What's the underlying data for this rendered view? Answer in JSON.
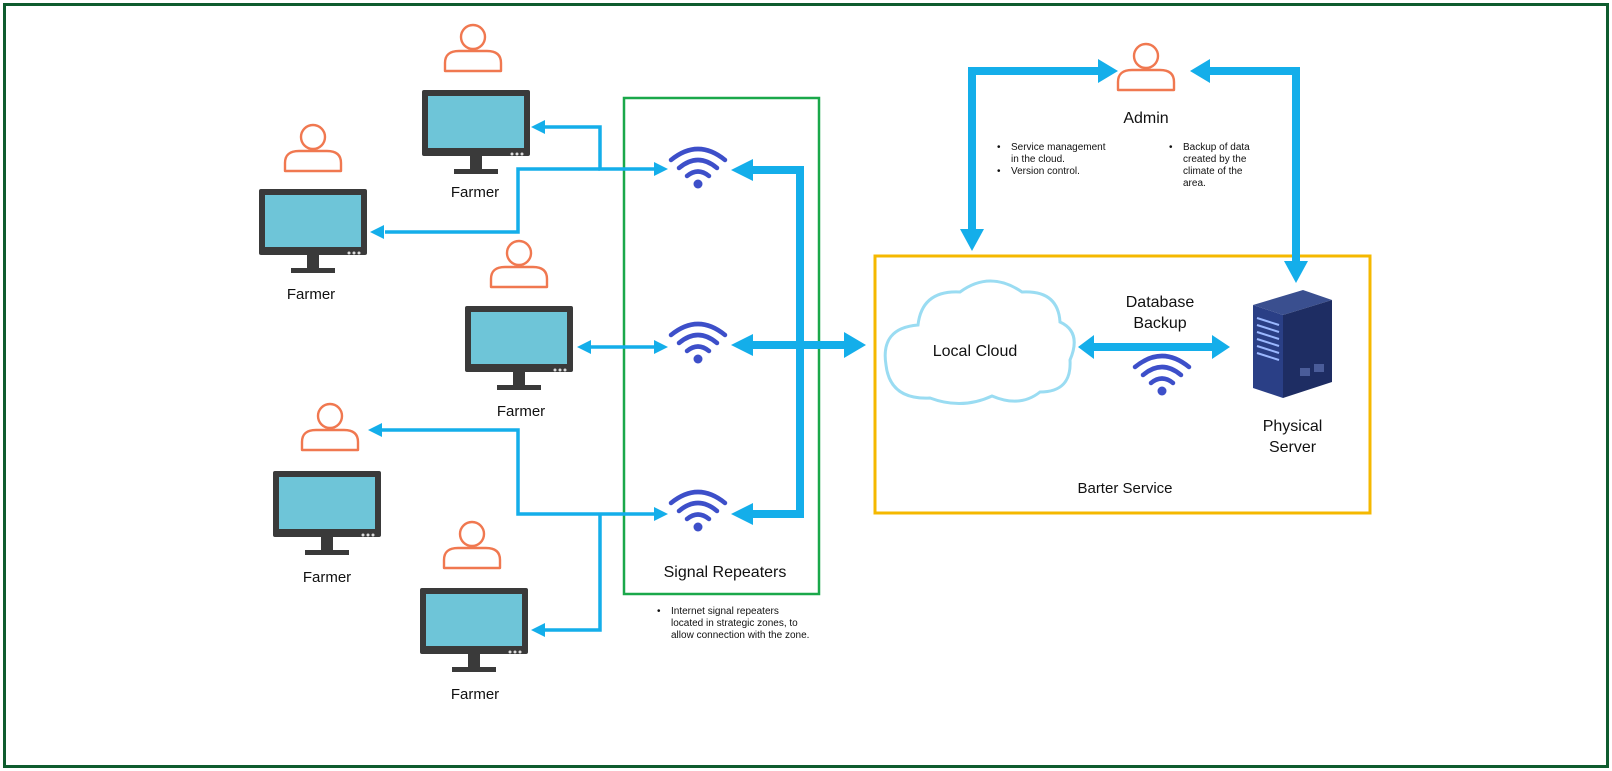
{
  "farmers": [
    "Farmer",
    "Farmer",
    "Farmer",
    "Farmer",
    "Farmer"
  ],
  "signal_repeaters": {
    "title": "Signal Repeaters",
    "note": "Internet signal repeaters located in strategic zones, to allow connection with the zone."
  },
  "admin": {
    "label": "Admin",
    "note_left": [
      "Service management in the cloud.",
      "Version control."
    ],
    "note_right": [
      "Backup of data created by the climate of the area."
    ]
  },
  "barter_service": {
    "title": "Barter Service",
    "cloud_label": "Local Cloud",
    "link_label": "Database Backup",
    "server_label": "Physical Server"
  },
  "colors": {
    "frame": "#0e5c2e",
    "repeater_box": "#1aa84a",
    "service_box": "#f5b800",
    "arrow": "#14aeea",
    "person": "#f07850",
    "monitor_screen": "#6ec5d8",
    "monitor_body": "#3a3a3a",
    "wifi": "#3d4fc9",
    "cloud": "#9adcf2",
    "server": "#1e2d63"
  }
}
